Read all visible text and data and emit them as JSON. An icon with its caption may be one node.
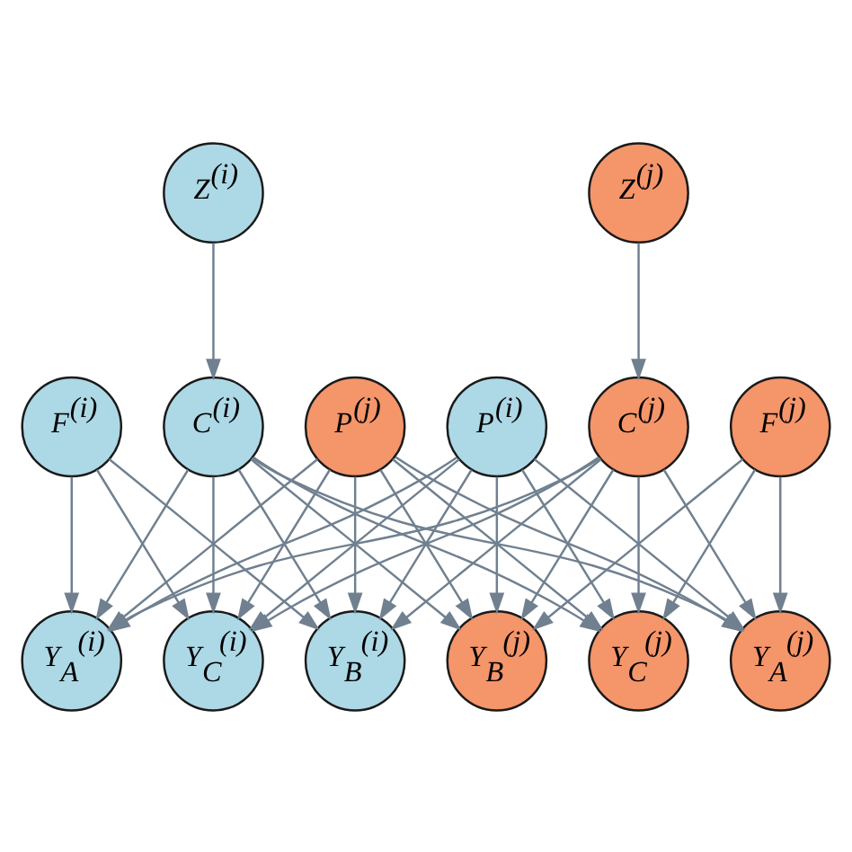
{
  "diagram": {
    "nodes": [
      {
        "text": [
          "F$^{(i)}$"
        ]
      },
      {
        "text": [
          "Y$_{A}$$^{(i)}$"
        ]
      },
      {
        "text": [
          "Y$_{C}$$^{(i)}$"
        ]
      },
      {
        "text": [
          "Y$_{B}$$^{(i)}$"
        ]
      },
      {
        "text": [
          "Z$^{(j)}$"
        ]
      },
      {
        "text": [
          "C$^{(j)}$"
        ]
      },
      {
        "text": [
          "P$^{(j)}$"
        ]
      },
      {
        "text": [
          "P$^{(i)}$"
        ]
      },
      {
        "text": [
          "C$^{(i)}$"
        ]
      },
      {
        "text": [
          "Z$^{(i)}$"
        ]
      },
      {
        "text": [
          "Y$_{B}$$^{(j)}$"
        ]
      },
      {
        "text": [
          "Y$_{C}$$^{(j)}$"
        ]
      },
      {
        "text": [
          "Y$_{A}$$^{(j)}$"
        ]
      },
      {
        "text": [
          "F$^{(j)}$"
        ]
      }
    ],
    "edges": [
      {
        "from": 0,
        "to": 1,
        "arrow": "to"
      },
      {
        "from": 0,
        "to": 2,
        "arrow": "to"
      },
      {
        "from": 0,
        "to": 3,
        "arrow": "to"
      },
      {
        "from": 4,
        "to": 5,
        "arrow": "to"
      },
      {
        "from": 9,
        "to": 8,
        "arrow": "to"
      },
      {
        "from": 8,
        "to": 2,
        "arrow": "to"
      },
      {
        "from": 8,
        "to": 3,
        "arrow": "to"
      },
      {
        "from": 8,
        "to": 1,
        "arrow": "to"
      },
      {
        "from": 8,
        "to": 12,
        "arrow": "to"
      },
      {
        "from": 8,
        "to": 10,
        "arrow": "to"
      },
      {
        "from": 8,
        "to": 11,
        "arrow": "to"
      },
      {
        "from": 7,
        "to": 2,
        "arrow": "to"
      },
      {
        "from": 7,
        "to": 3,
        "arrow": "to"
      },
      {
        "from": 7,
        "to": 1,
        "arrow": "to"
      },
      {
        "from": 7,
        "to": 12,
        "arrow": "to"
      },
      {
        "from": 7,
        "to": 10,
        "arrow": "to"
      },
      {
        "from": 7,
        "to": 11,
        "arrow": "to"
      },
      {
        "from": 6,
        "to": 2,
        "arrow": "to"
      },
      {
        "from": 6,
        "to": 3,
        "arrow": "to"
      },
      {
        "from": 6,
        "to": 1,
        "arrow": "to"
      },
      {
        "from": 6,
        "to": 12,
        "arrow": "to"
      },
      {
        "from": 6,
        "to": 10,
        "arrow": "to"
      },
      {
        "from": 6,
        "to": 11,
        "arrow": "to"
      },
      {
        "from": 5,
        "to": 2,
        "arrow": "to"
      },
      {
        "from": 5,
        "to": 3,
        "arrow": "to"
      },
      {
        "from": 5,
        "to": 1,
        "arrow": "to"
      },
      {
        "from": 5,
        "to": 12,
        "arrow": "to"
      },
      {
        "from": 5,
        "to": 10,
        "arrow": "to"
      },
      {
        "from": 5,
        "to": 11,
        "arrow": "to"
      },
      {
        "from": 13,
        "to": 12,
        "arrow": "to"
      },
      {
        "from": 13,
        "to": 10,
        "arrow": "to"
      },
      {
        "from": 13,
        "to": 11,
        "arrow": "to"
      }
    ]
  }
}
